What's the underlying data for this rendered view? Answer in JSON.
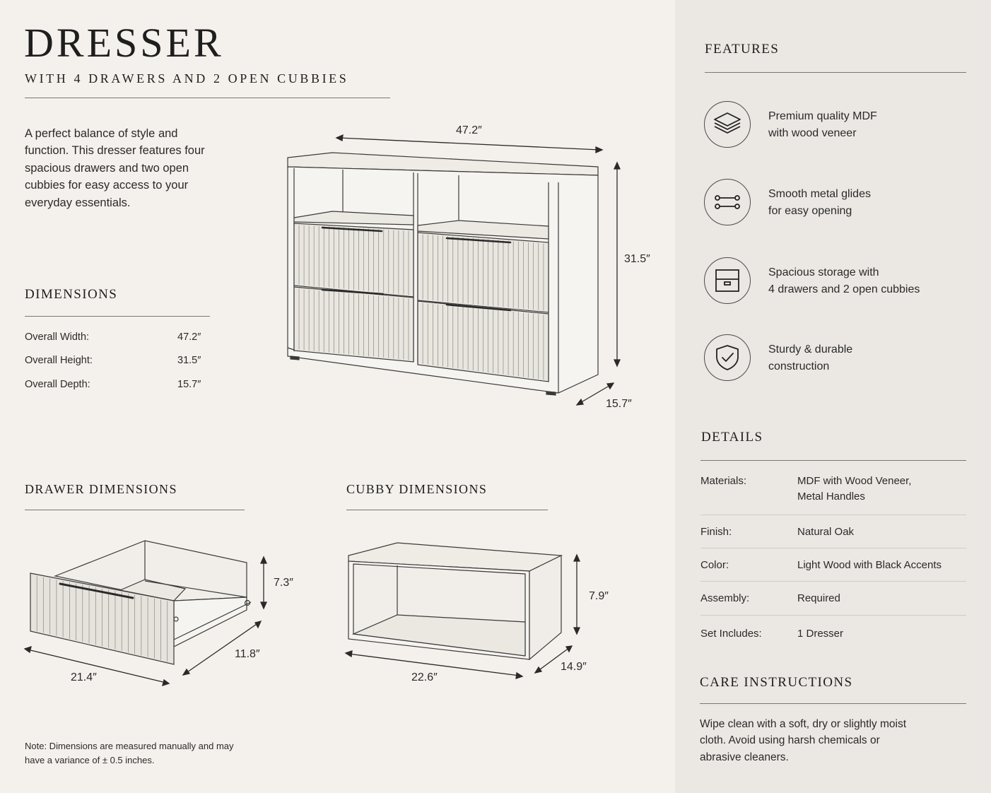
{
  "header": {
    "title": "DRESSER",
    "subtitle": "WITH 4 DRAWERS AND 2 OPEN CUBBIES"
  },
  "intro": "A perfect balance of style and function. This dresser features four spacious drawers and two open cubbies for easy access to your everyday essentials.",
  "dimensions": {
    "heading": "DIMENSIONS",
    "rows": [
      {
        "label": "Overall Width:",
        "value": "47.2″"
      },
      {
        "label": "Overall Height:",
        "value": "31.5″"
      },
      {
        "label": "Overall Depth:",
        "value": "15.7″"
      }
    ]
  },
  "main_drawing": {
    "width": "47.2″",
    "height": "31.5″",
    "depth": "15.7″"
  },
  "drawer": {
    "heading": "DRAWER DIMENSIONS",
    "width": "21.4″",
    "depth": "11.8″",
    "height": "7.3″"
  },
  "cubby": {
    "heading": "CUBBY DIMENSIONS",
    "width": "22.6″",
    "depth": "14.9″",
    "height": "7.9″"
  },
  "note": "Note: Dimensions are measured manually and may have a variance of ± 0.5 inches.",
  "features": {
    "heading": "FEATURES",
    "items": [
      {
        "icon": "layers-icon",
        "line1": "Premium quality MDF",
        "line2": "with wood veneer"
      },
      {
        "icon": "glides-icon",
        "line1": "Smooth metal glides",
        "line2": "for easy opening"
      },
      {
        "icon": "drawer-box-icon",
        "line1": "Spacious storage with",
        "line2": "4 drawers and 2 open cubbies"
      },
      {
        "icon": "shield-check-icon",
        "line1": "Sturdy & durable",
        "line2": "construction"
      }
    ]
  },
  "details": {
    "heading": "DETAILS",
    "rows": [
      {
        "label": "Materials:",
        "value1": "MDF with Wood Veneer,",
        "value2": "Metal Handles"
      },
      {
        "label": "Finish:",
        "value1": "Natural Oak",
        "value2": ""
      },
      {
        "label": "Color:",
        "value1": "Light Wood with Black Accents",
        "value2": ""
      },
      {
        "label": "Assembly:",
        "value1": "Required",
        "value2": ""
      },
      {
        "label": "Set Includes:",
        "value1": "1 Dresser",
        "value2": ""
      }
    ]
  },
  "care": {
    "heading": "CARE INSTRUCTIONS",
    "text": "Wipe clean with a soft, dry or slightly moist cloth. Avoid using harsh chemicals or abrasive cleaners."
  },
  "colors": {
    "background": "#f4f1ec",
    "panel": "#ebe8e3",
    "ink": "#1e1e1e",
    "line": "#7a7672"
  }
}
